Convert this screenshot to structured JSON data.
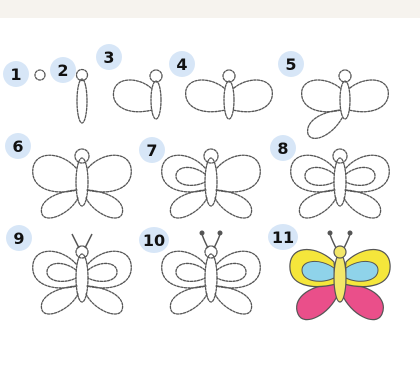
{
  "steps": [
    {
      "number": "1"
    },
    {
      "number": "2"
    },
    {
      "number": "3"
    },
    {
      "number": "4"
    },
    {
      "number": "5"
    },
    {
      "number": "6"
    },
    {
      "number": "7"
    },
    {
      "number": "8"
    },
    {
      "number": "9"
    },
    {
      "number": "10"
    },
    {
      "number": "11"
    }
  ],
  "colors": {
    "badge_background": "#d7e6f7",
    "upper_wing_outer": "#f5e63b",
    "upper_wing_inner": "#8fd3ea",
    "lower_wing": "#ea4f8a",
    "body": "#f3e76a",
    "outline": "#555555"
  }
}
